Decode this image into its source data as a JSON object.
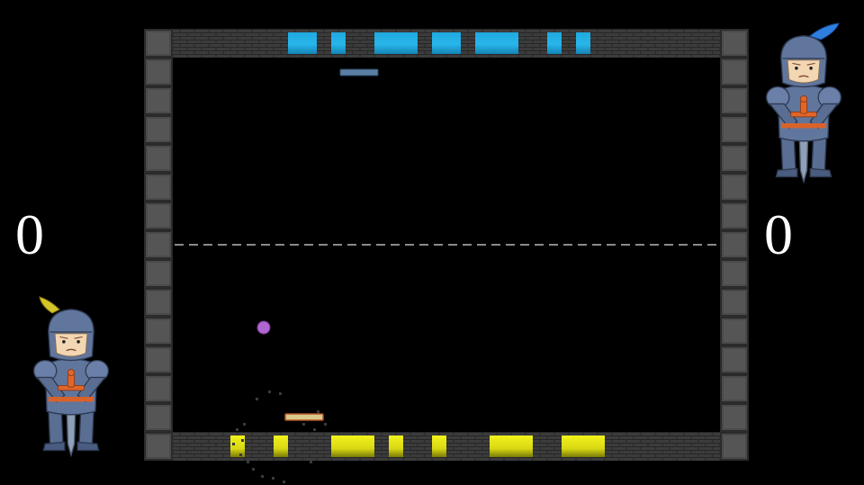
{
  "scores": {
    "left": "0",
    "right": "0"
  },
  "players": {
    "top": {
      "character": "knight",
      "plume_color": "#2f7fe0",
      "goal_color": "#2ca7d8"
    },
    "bottom": {
      "character": "knight",
      "plume_color": "#d6c52a",
      "goal_color": "#d7dc1c"
    }
  },
  "paddles": {
    "top_color": "#5b7fa3",
    "bottom_color": "#d9c98a"
  },
  "ball": {
    "color": "#b066d0"
  },
  "colors": {
    "background": "#000000",
    "stone": "#4a4a4a",
    "brick": "#3a3a3a",
    "midline": "#8a8a8a"
  }
}
